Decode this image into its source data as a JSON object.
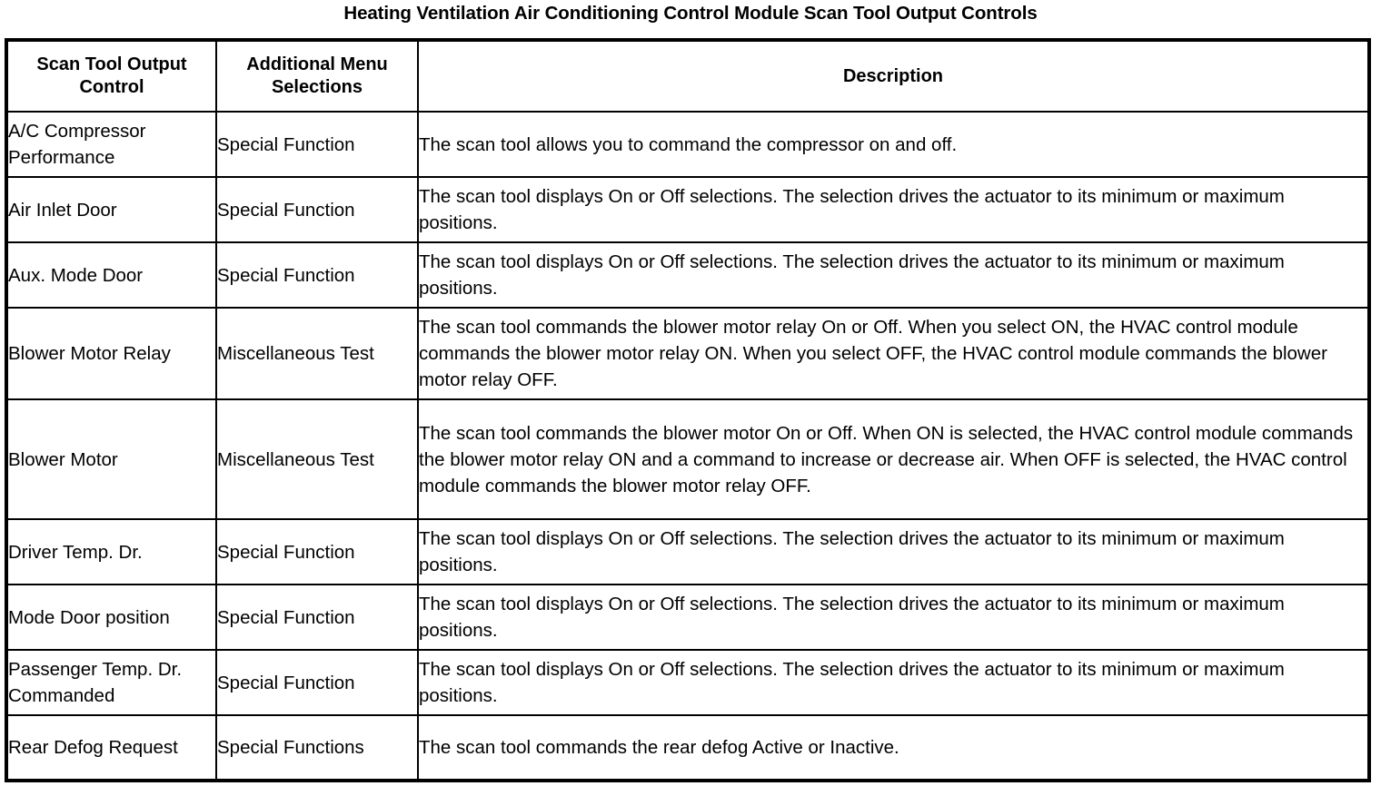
{
  "document": {
    "title": "Heating Ventilation Air Conditioning Control Module Scan Tool Output Controls"
  },
  "table": {
    "headers": {
      "control": "Scan Tool Output Control",
      "menu": "Additional Menu Selections",
      "description": "Description"
    },
    "rows": [
      {
        "control": "A/C Compressor Performance",
        "menu": "Special Function",
        "description": "The scan tool allows you to command the compressor on and off."
      },
      {
        "control": "Air Inlet Door",
        "menu": "Special Function",
        "description": "The scan tool displays On or Off selections. The selection drives the actuator to its minimum or maximum positions."
      },
      {
        "control": "Aux. Mode Door",
        "menu": "Special Function",
        "description": "The scan tool displays On or Off selections. The selection drives the actuator to its minimum or maximum positions."
      },
      {
        "control": "Blower Motor Relay",
        "menu": "Miscellaneous Test",
        "description": "The scan tool commands the blower motor relay On or Off. When you select ON, the HVAC control module commands the blower motor relay ON. When you select OFF, the HVAC control module commands the blower motor relay OFF."
      },
      {
        "control": "Blower Motor",
        "menu": "Miscellaneous Test",
        "description": "The scan tool commands the blower motor On or Off. When ON is selected, the HVAC control module commands the blower motor relay ON and a command to increase or decrease air. When OFF is selected, the HVAC control module commands the blower motor relay OFF."
      },
      {
        "control": "Driver Temp. Dr.",
        "menu": "Special Function",
        "description": "The scan tool displays On or Off selections. The selection drives the actuator to its minimum or maximum positions."
      },
      {
        "control": "Mode Door position",
        "menu": "Special Function",
        "description": "The scan tool displays On or Off selections. The selection drives the actuator to its minimum or maximum positions."
      },
      {
        "control": "Passenger Temp. Dr. Commanded",
        "menu": "Special Function",
        "description": "The scan tool displays On or Off selections. The selection drives the actuator to its minimum or maximum positions."
      },
      {
        "control": "Rear Defog Request",
        "menu": "Special Functions",
        "description": "The scan tool commands the rear defog Active or Inactive."
      }
    ]
  },
  "colors": {
    "text": "#000000",
    "background": "#ffffff",
    "border": "#000000"
  }
}
